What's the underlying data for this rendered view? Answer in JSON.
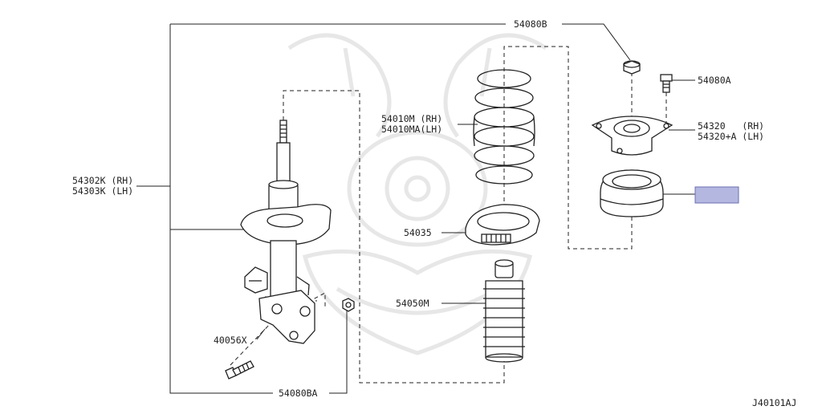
{
  "callouts": {
    "strut_rh": "54302K (RH)",
    "strut_lh": "54303K (LH)",
    "nut_top": "54080B",
    "bolt_top": "54080A",
    "spring_rh": "54010M (RH)",
    "spring_lh": "54010MA(LH)",
    "mount_rh": "54320   (RH)",
    "mount_lh": "54320+A (LH)",
    "seat": "54035",
    "bound_bumper": "54050M",
    "bolt_lower": "40056X",
    "nut_lower": "54080BA"
  },
  "highlight_box": {
    "color": "#b4b7e0",
    "label": ""
  },
  "diagram_code": "J40101AJ"
}
